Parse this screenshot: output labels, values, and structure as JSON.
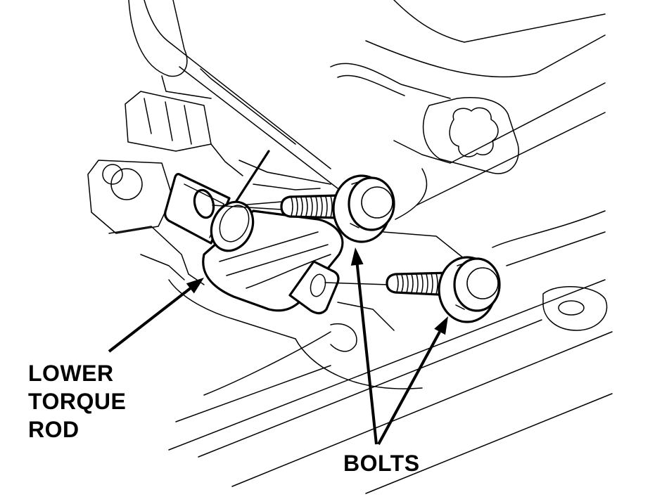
{
  "labels": {
    "torque_rod": [
      "LOWER",
      "TORQUE",
      "ROD"
    ],
    "bolts": "BOLTS"
  },
  "colors": {
    "line": "#000000",
    "background": "#ffffff"
  }
}
